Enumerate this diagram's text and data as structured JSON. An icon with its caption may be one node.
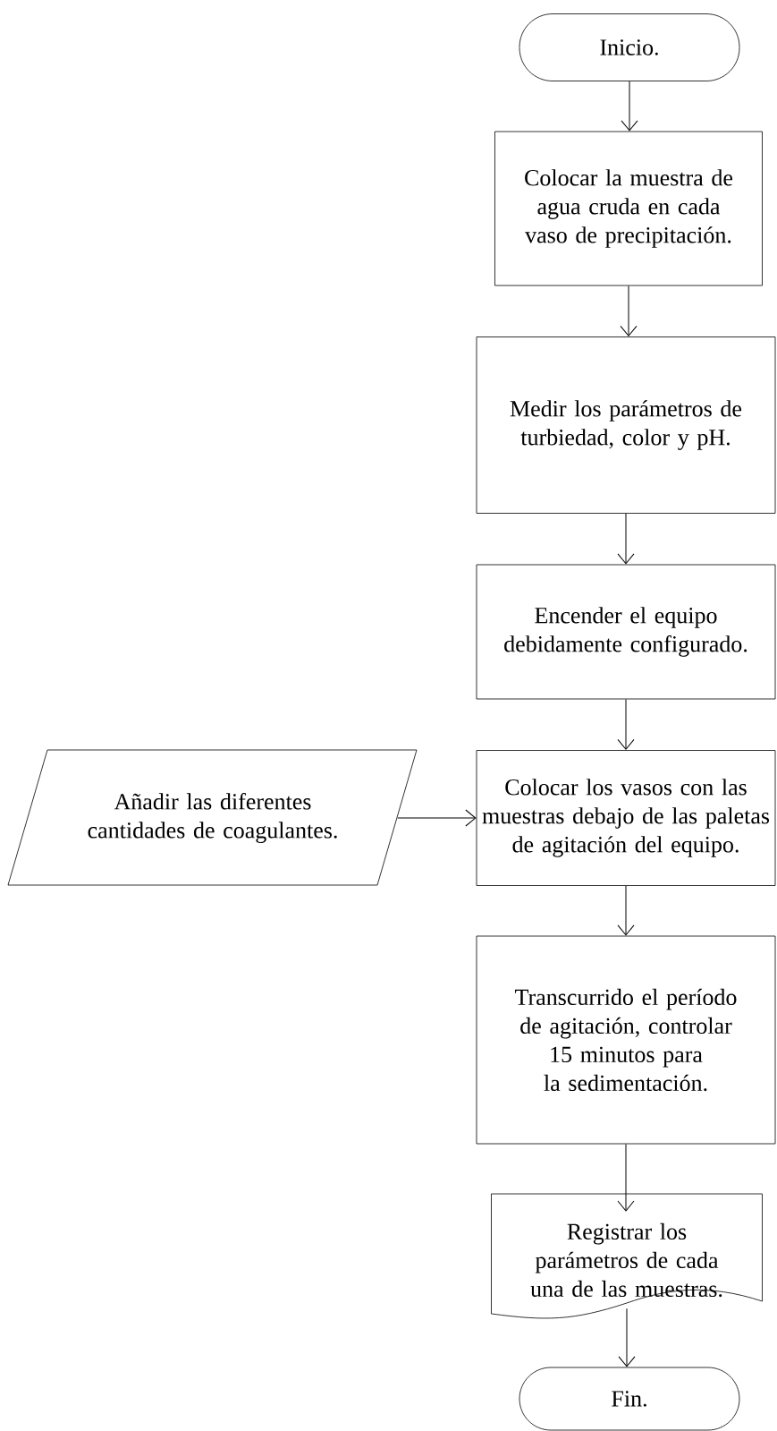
{
  "diagram": {
    "nodes": [
      {
        "text": [
          "Inicio."
        ]
      },
      {
        "text": [
          "Colocar la muestra de agua cruda en cada vaso de precipitación."
        ]
      },
      {
        "text": [
          "Medir los parámetros de turbiedad, color y pH."
        ]
      },
      {
        "text": [
          "Encender el equipo debidamente configurado."
        ]
      },
      {
        "text": [
          "Colocar los vasos con las muestras debajo de las paletas de agitación del equipo."
        ]
      },
      {
        "text": [
          "Añadir las diferentes cantidades de coagulantes."
        ]
      },
      {
        "text": [
          "Transcurrido el período de agitación, controlar 15 minutos para la sedimentación."
        ]
      },
      {
        "text": [
          "Registrar los parámetros de cada una de las muestras."
        ]
      },
      {
        "text": [
          "Fin."
        ]
      }
    ],
    "edges": [
      {
        "from": 0,
        "to": 1,
        "arrow": "to"
      },
      {
        "from": 1,
        "to": 2,
        "arrow": "to"
      },
      {
        "from": 2,
        "to": 3,
        "arrow": "to"
      },
      {
        "from": 3,
        "to": 4,
        "arrow": "to"
      },
      {
        "from": 5,
        "to": 4,
        "arrow": "to"
      },
      {
        "from": 4,
        "to": 6,
        "arrow": "to"
      },
      {
        "from": 6,
        "to": 7,
        "arrow": "to"
      },
      {
        "from": 7,
        "to": 8,
        "arrow": "to"
      }
    ]
  }
}
